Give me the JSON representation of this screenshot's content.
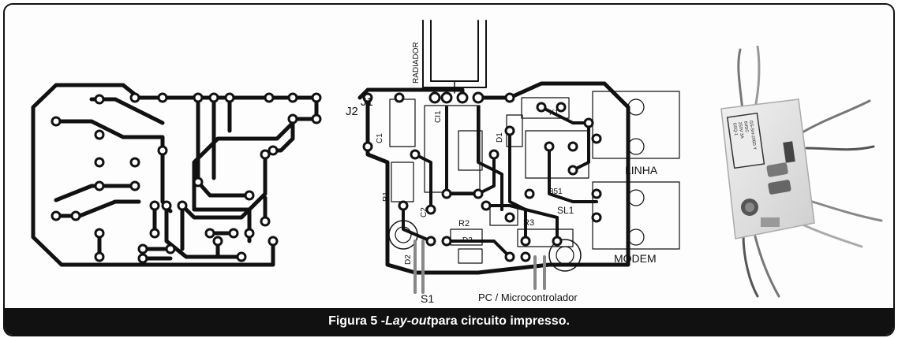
{
  "caption": {
    "prefix": "Figura 5 - ",
    "italic": "Lay-out",
    "suffix": " para circuito impresso."
  },
  "labels": {
    "radiador": "RADIADOR",
    "j2": "J2",
    "j1": "J1",
    "c1": "C1",
    "ci1": "CI1",
    "d1": "D1",
    "c2": "C2",
    "r1": "R1",
    "r2": "R2",
    "r3": "R3",
    "d3": "D3",
    "d2": "D2",
    "k1": "K1",
    "linha": "LINHA",
    "modem": "MODEM",
    "s1": "S1",
    "pc": "PC / Microcontrolador",
    "sl1": "SL1",
    "q351": "351"
  },
  "relay_text": [
    "GS-SH-206D Y",
    "6VDC",
    "250V 3A",
    "G5Q-1"
  ]
}
